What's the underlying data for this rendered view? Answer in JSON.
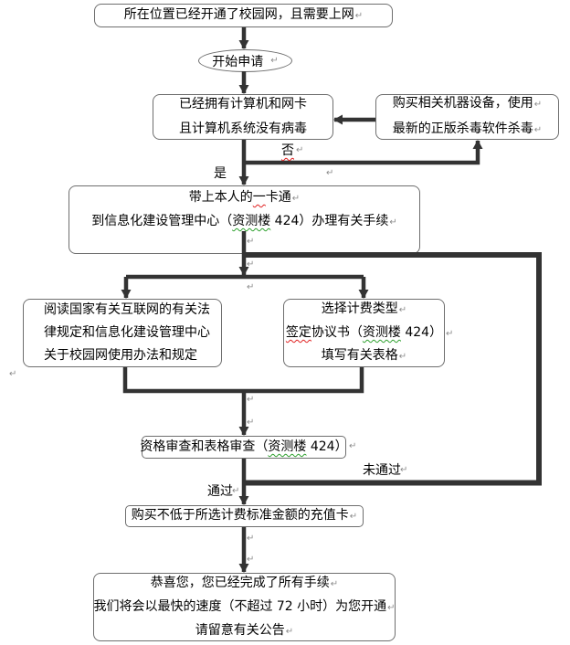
{
  "paragraph_mark": "↵",
  "colors": {
    "connector": "#333333",
    "box_border": "#6e6e6e",
    "formatting_mark": "#8c8c8c",
    "spelling_error": "#e02020",
    "grammar_error": "#2ea02e"
  },
  "nodes": {
    "precondition": {
      "text": "所在位置已经开通了校园网，且需要上网"
    },
    "start": {
      "text": "开始申请"
    },
    "check_equipment": {
      "lines": [
        "已经拥有计算机和网卡",
        "且计算机系统没有病毒"
      ]
    },
    "buy_equipment": {
      "lines": [
        "购买相关机器设备，使用",
        "最新的正版杀毒软件杀毒"
      ]
    },
    "register": {
      "line1": [
        "带上本人的",
        "一",
        "卡通"
      ],
      "line2": [
        "到信息化建设管理中心（",
        "资测楼",
        " 424）办理有关手续"
      ]
    },
    "read_rules": {
      "lines": [
        "阅读国家有关互联网的有关法",
        "律规定和信息化建设管理中心",
        "关于校园网使用办法和规定"
      ]
    },
    "choose_plan": {
      "line1": "选择计费类型",
      "line2": [
        "签定",
        "协议书（",
        "资测楼",
        " 424）"
      ],
      "line3": "填写有关表格"
    },
    "review": {
      "parts": [
        "资格审查和表格审查（",
        "资测楼",
        " 424）"
      ]
    },
    "buy_card": {
      "text": "购买不低于所选计费标准金额的充值卡"
    },
    "complete": {
      "lines": [
        "恭喜您，您已经完成了所有手续",
        "我们将会以最快的速度（不超过 72 小时）为您开通",
        "请留意有关公告"
      ]
    }
  },
  "edge_labels": {
    "no": "否",
    "yes": "是",
    "failed": "未通过",
    "passed": "通过"
  }
}
